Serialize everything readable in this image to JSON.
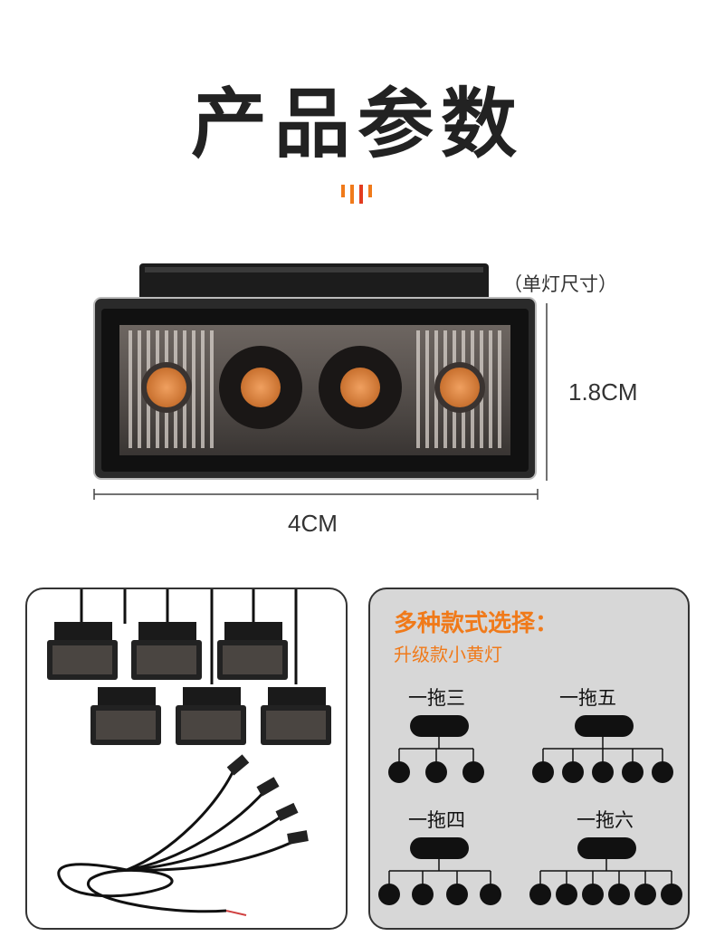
{
  "header": {
    "title": "产品参数"
  },
  "product": {
    "size_note": "（单灯尺寸）",
    "height_label": "1.8CM",
    "width_label": "4CM"
  },
  "styles": {
    "title": "多种款式选择：",
    "subtitle": "升级款小黄灯",
    "configs": [
      {
        "label": "一拖三",
        "outputs": 3
      },
      {
        "label": "一拖五",
        "outputs": 5
      },
      {
        "label": "一拖四",
        "outputs": 4
      },
      {
        "label": "一拖六",
        "outputs": 6
      }
    ]
  },
  "colors": {
    "accent": "#f07a1a",
    "lens": "#e08a3a",
    "panel_bg": "#d7d7d7"
  }
}
